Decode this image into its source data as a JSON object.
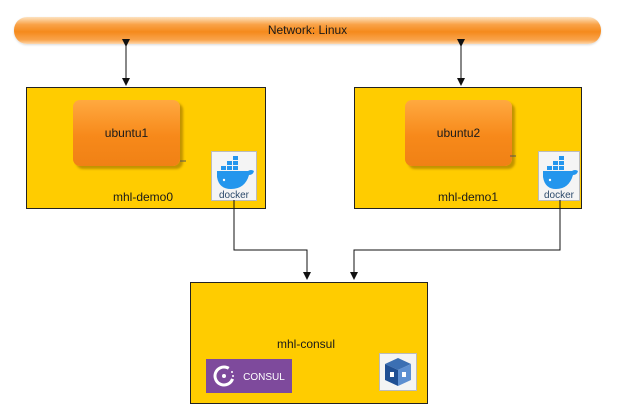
{
  "network": {
    "label": "Network: Linux"
  },
  "hosts": [
    {
      "name": "mhl-demo0",
      "container": "ubuntu1",
      "logo": "docker-logo",
      "logo_text": "docker"
    },
    {
      "name": "mhl-demo1",
      "container": "ubuntu2",
      "logo": "docker-logo",
      "logo_text": "docker"
    }
  ],
  "consul_host": {
    "name": "mhl-consul",
    "logos": [
      {
        "icon": "consul-logo",
        "text": "CONSUL"
      },
      {
        "icon": "virtualbox-logo",
        "text": ""
      }
    ]
  },
  "colors": {
    "host_fill": "#ffcc00",
    "container_fill": "#f7891a",
    "network_fill": "#f58a1c",
    "consul_purple": "#7e4a9c",
    "docker_blue": "#2496ed"
  }
}
